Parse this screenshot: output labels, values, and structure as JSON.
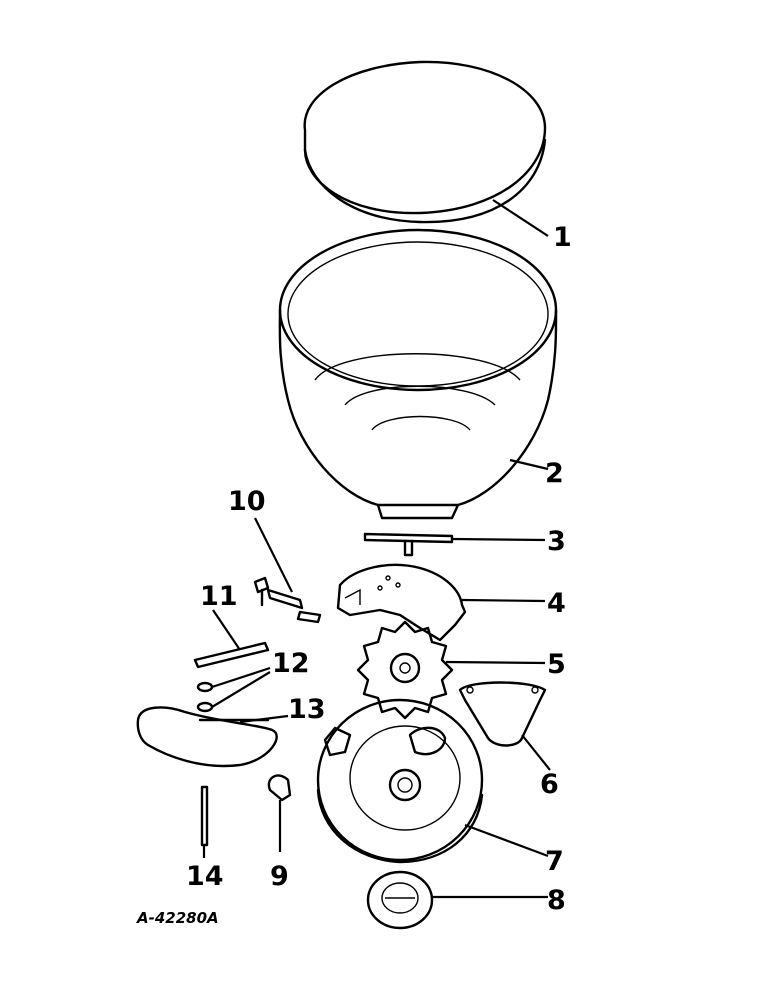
{
  "diagram": {
    "reference_code": "A-42280A",
    "callouts": [
      "1",
      "2",
      "3",
      "4",
      "5",
      "6",
      "7",
      "8",
      "9",
      "10",
      "11",
      "12",
      "13",
      "14"
    ],
    "colors": {
      "ink": "#000000",
      "paper": "#ffffff"
    }
  }
}
